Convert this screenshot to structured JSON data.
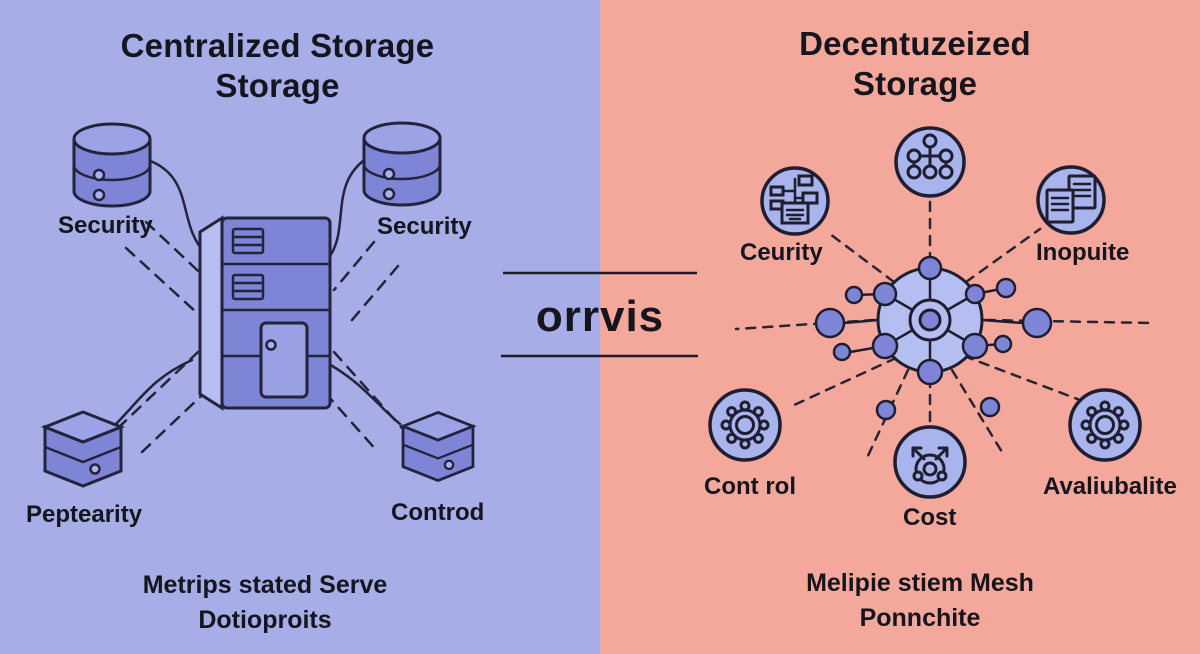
{
  "colors": {
    "left_bg": "#a6ade7",
    "right_bg": "#f4a89b",
    "text": "#15151d",
    "icon_fill": "#7e85d6",
    "icon_fill_light": "#a9b3ec",
    "hub_fill": "#b5bef0",
    "outline": "#23233c"
  },
  "left_panel": {
    "title_line1": "Centralized Storage",
    "title_line2": "Storage",
    "labels": {
      "top_left": "Security",
      "top_right": "Security",
      "bottom_left": "Peptearity",
      "bottom_right": "Controd"
    },
    "caption_line1": "Metrips stated Serve",
    "caption_line2": "Dotioproits"
  },
  "divider": {
    "label": "orrvis"
  },
  "right_panel": {
    "title_line1": "Decentuzeized",
    "title_line2": "Storage",
    "labels": {
      "top_left": "Ceurity",
      "top_right": "Inopuite",
      "bottom_left": "Cont rol",
      "bottom_center": "Cost",
      "bottom_right": "Avaliubalite"
    },
    "caption_line1": "Melipie stiem Mesh",
    "caption_line2": "Ponnchite"
  },
  "icons": {
    "left": [
      "database-icon",
      "database-icon",
      "server-tower-icon",
      "storage-box-icon",
      "storage-box-icon"
    ],
    "right": [
      "network-tree-icon",
      "flowchart-icon",
      "documents-icon",
      "gear-icon",
      "share-arrows-icon",
      "gear-icon",
      "mesh-hub-icon"
    ]
  }
}
